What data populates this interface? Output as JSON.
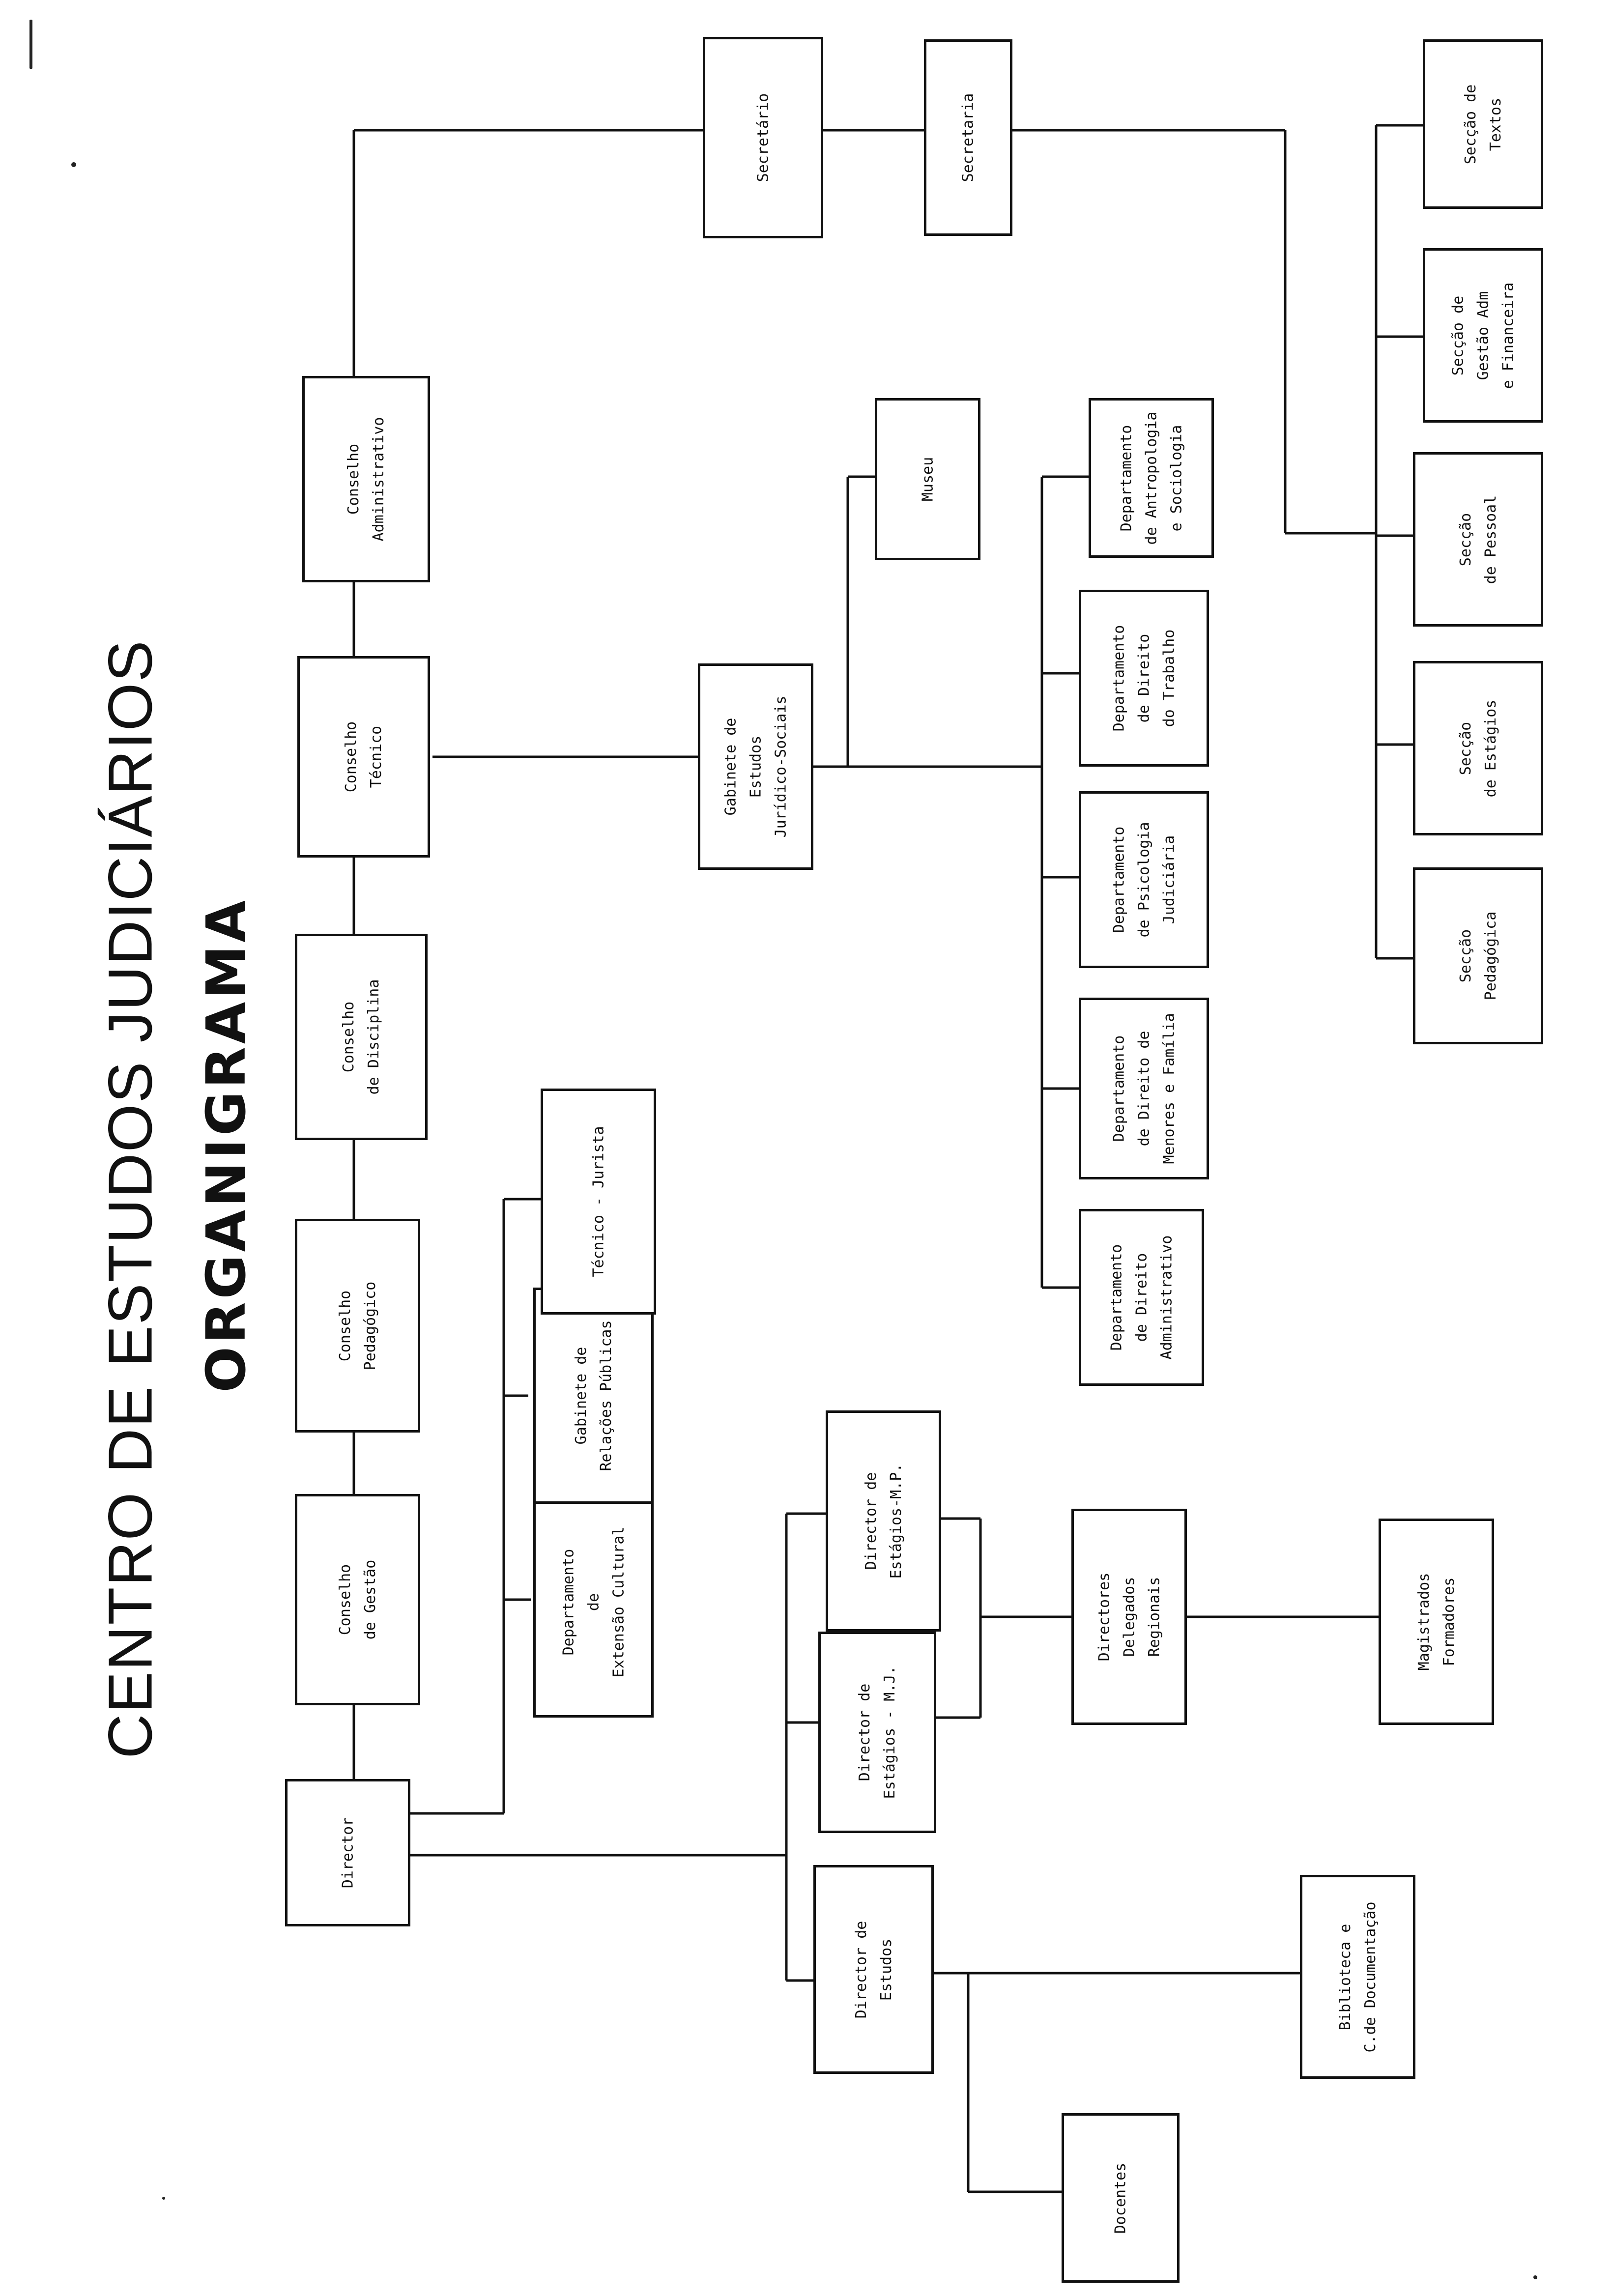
{
  "title": "CENTRO DE ESTUDOS JUDICIÁRIOS",
  "subtitle": "ORGANIGRAMA",
  "nodes": {
    "director": "Director",
    "conselho_gestao": "Conselho\nde Gestão",
    "conselho_pedagogico": "Conselho\nPedagógico",
    "conselho_disciplina": "Conselho\nde Disciplina",
    "conselho_tecnico": "Conselho\nTécnico",
    "conselho_administrativo": "Conselho\nAdministrativo",
    "secretario": "Secretário",
    "secretaria": "Secretaria",
    "dep_extensao_cultural": "Departamento\nde\nExtensão Cultural",
    "gabinete_relacoes_publicas": "Gabinete de\nRelações Públicas",
    "tecnico_jurista": "Técnico - Jurista",
    "gabinete_estudos": "Gabinete de\nEstudos\nJurídico-Sociais",
    "museu": "Museu",
    "dep_antropologia": "Departamento\nde Antropologia\ne Sociologia",
    "dep_direito_trabalho": "Departamento\nde Direito\ndo Trabalho",
    "dep_psicologia": "Departamento\nde Psicologia\nJudiciária",
    "dep_menores_familia": "Departamento\nde Direito de\nMenores e Família",
    "dep_administrativo": "Departamento\nde Direito\nAdministrativo",
    "seccao_textos": "Secção de\nTextos",
    "seccao_gestao_adm": "Secção de\nGestão Adm\ne Financeira",
    "seccao_pessoal": "Secção\nde Pessoal",
    "seccao_estagios": "Secção\nde Estágios",
    "seccao_pedagogica": "Secção\nPedagógica",
    "director_estagios_mp": "Director de\nEstágios-M.P.",
    "director_estagios_mj": "Director de\nEstágios - M.J.",
    "directores_delegados": "Directores\nDelegados\nRegionais",
    "magistrados_formadores": "Magistrados\nFormadores",
    "director_estudos": "Director de\nEstudos",
    "biblioteca": "Biblioteca e\nC.de Documentação",
    "docentes": "Docentes"
  }
}
